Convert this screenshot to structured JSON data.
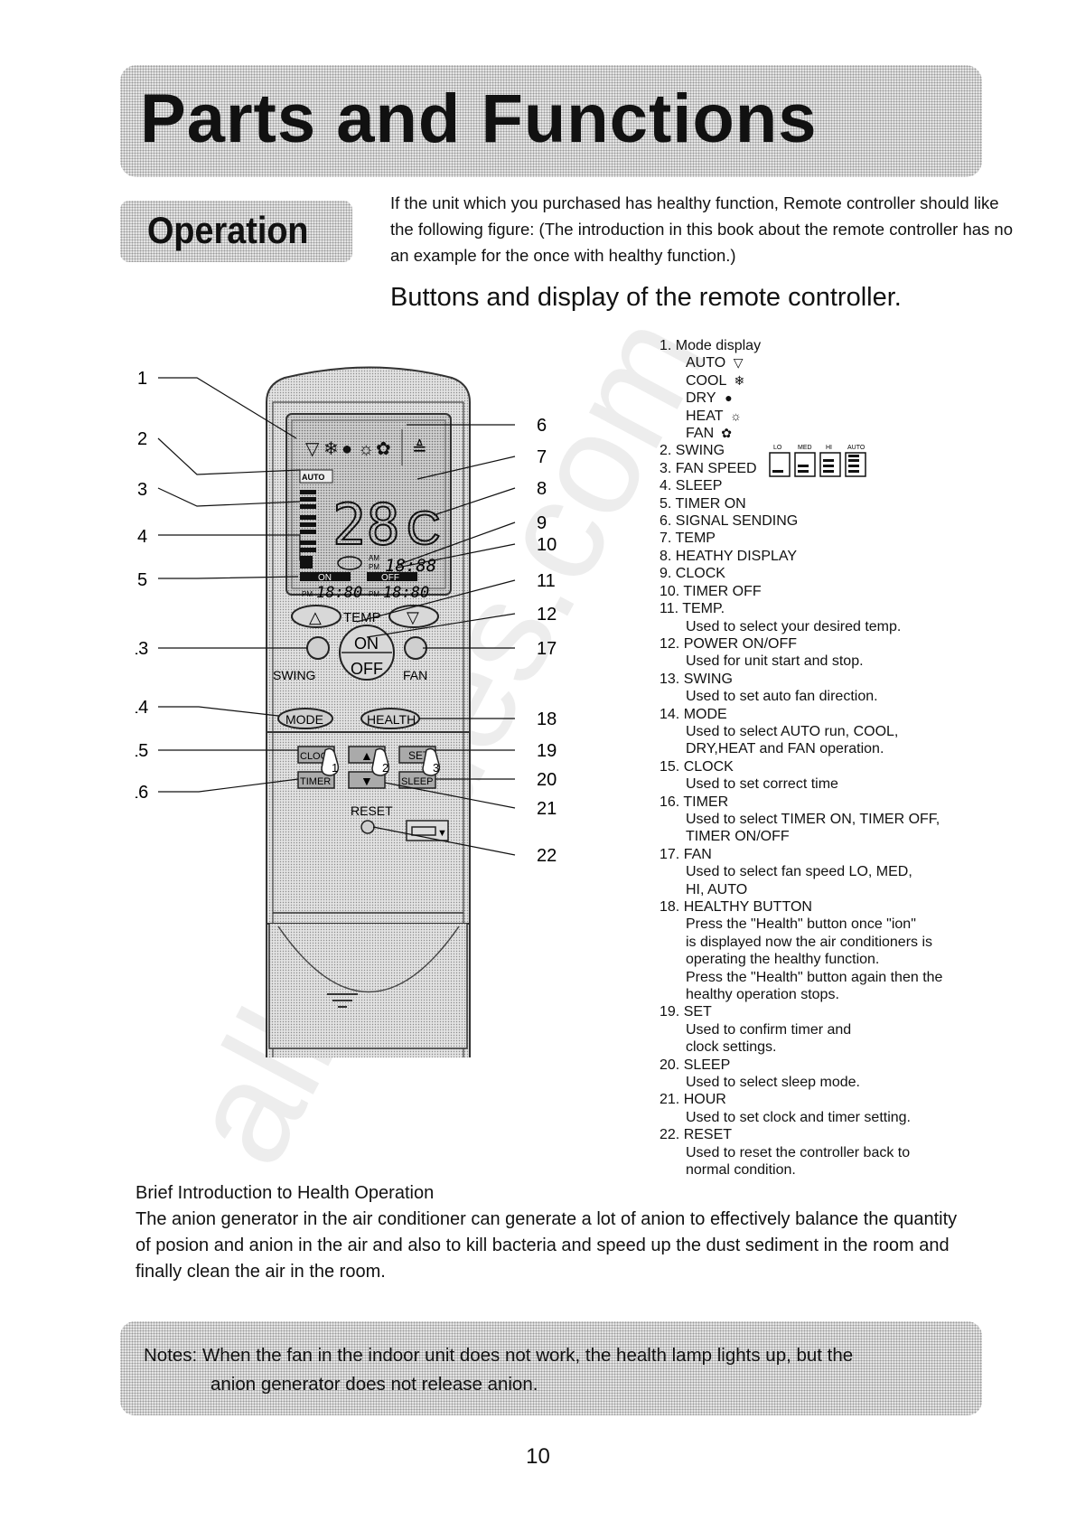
{
  "page": {
    "title": "Parts and Functions",
    "section_heading": "Operation",
    "intro_text": "If the unit which you purchased has healthy function, Remote controller should like the following figure: (The introduction in this book about the remote controller has no an example for the once with healthy function.)",
    "subheading": "Buttons and display of the remote controller.",
    "page_number": "10",
    "watermark": "all-guides.com"
  },
  "remote": {
    "display": {
      "temp": "28",
      "unit": "C",
      "clock": "18:88",
      "timer_on_label": "ON",
      "timer_off_label": "OFF",
      "timer_on_time": "18:80",
      "timer_off_time": "18:80",
      "am": "AM",
      "pm": "PM",
      "auto_tag": "AUTO"
    },
    "buttons": {
      "temp": "TEMP",
      "on": "ON",
      "off": "OFF",
      "swing": "SWING",
      "fan": "FAN",
      "mode": "MODE",
      "health": "HEALTH",
      "clock": "CLOCK",
      "set": "SET",
      "timer": "TIMER",
      "sleep": "SLEEP",
      "reset": "RESET",
      "step_1": "1",
      "step_2": "2",
      "step_3": "3"
    },
    "callouts_left": [
      "1",
      "2",
      "3",
      "4",
      "5",
      "13",
      "14",
      "15",
      "16"
    ],
    "callouts_right": [
      "6",
      "7",
      "8",
      "9",
      "10",
      "11",
      "12",
      "17",
      "18",
      "19",
      "20",
      "21",
      "22"
    ]
  },
  "fan_speed_levels": [
    "LO",
    "MED",
    "HI",
    "AUTO"
  ],
  "legend": [
    {
      "head": "1. Mode display",
      "subs": [
        {
          "label": "AUTO",
          "icon": "auto-icon"
        },
        {
          "label": "COOL",
          "icon": "snowflake-icon"
        },
        {
          "label": "DRY",
          "icon": "droplet-icon"
        },
        {
          "label": "HEAT",
          "icon": "sun-icon"
        },
        {
          "label": "FAN",
          "icon": "fan-icon"
        }
      ]
    },
    {
      "head": "2. SWING"
    },
    {
      "head": "3. FAN SPEED"
    },
    {
      "head": "4. SLEEP"
    },
    {
      "head": "5. TIMER ON"
    },
    {
      "head": "6. SIGNAL SENDING"
    },
    {
      "head": "7. TEMP"
    },
    {
      "head": "8. HEATHY DISPLAY"
    },
    {
      "head": "9. CLOCK"
    },
    {
      "head": "10. TIMER OFF"
    },
    {
      "head": "11. TEMP.",
      "desc": [
        "Used to select your desired temp."
      ]
    },
    {
      "head": "12. POWER ON/OFF",
      "desc": [
        "Used for unit start and stop."
      ]
    },
    {
      "head": "13. SWING",
      "desc": [
        "Used to set auto fan direction."
      ]
    },
    {
      "head": "14. MODE",
      "desc": [
        "Used to select AUTO run, COOL,",
        "DRY,HEAT and FAN operation."
      ]
    },
    {
      "head": "15. CLOCK",
      "desc": [
        "Used to set correct time"
      ]
    },
    {
      "head": "16. TIMER",
      "desc": [
        "Used to select TIMER ON, TIMER OFF,",
        "TIMER ON/OFF"
      ]
    },
    {
      "head": "17. FAN",
      "desc": [
        "Used to select fan speed LO, MED,",
        "HI, AUTO"
      ]
    },
    {
      "head": "18. HEALTHY BUTTON",
      "desc": [
        "Press the \"Health\" button once \"ion\"",
        "is displayed now the air conditioners is",
        "operating the healthy function.",
        "Press the \"Health\" button again then the",
        "healthy operation stops."
      ]
    },
    {
      "head": "19. SET",
      "desc": [
        "Used to confirm timer and",
        "clock settings."
      ]
    },
    {
      "head": "20. SLEEP",
      "desc": [
        "Used to select sleep mode."
      ]
    },
    {
      "head": "21. HOUR",
      "desc": [
        "Used to set clock and timer setting."
      ]
    },
    {
      "head": "22. RESET",
      "desc": [
        "Used to reset the controller back to",
        "normal condition."
      ]
    }
  ],
  "health": {
    "title": "Brief Introduction to Health Operation",
    "body": "The anion generator in the air conditioner can generate a lot of anion to effectively balance the quantity of posion and anion in the air and also to kill bacteria and speed up the dust sediment in the room and finally clean the air in the room."
  },
  "notes": {
    "line1": "Notes: When the fan in the indoor unit does not work, the health lamp lights up, but the",
    "line2": "anion generator does not release anion."
  }
}
